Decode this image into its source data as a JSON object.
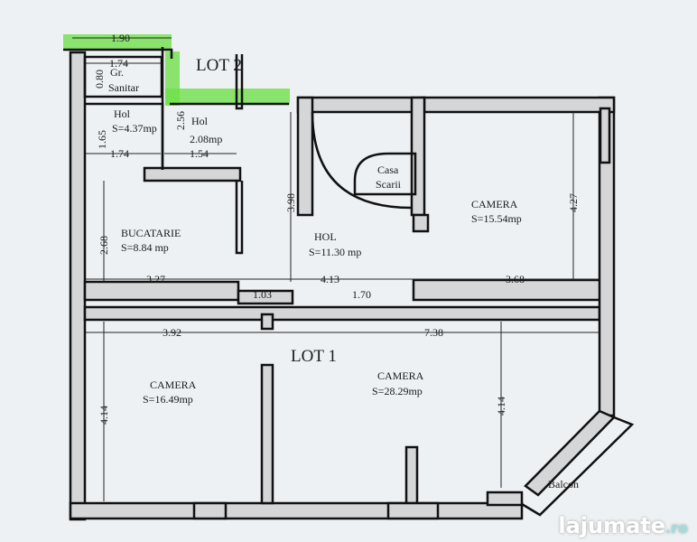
{
  "lots": {
    "lot1": "LOT 1",
    "lot2": "LOT 2"
  },
  "highlight_color": "#6fe04a",
  "rooms": [
    {
      "name": "Gr.",
      "area": "Sanitar"
    },
    {
      "name": "Hol",
      "area": "S=4.37mp"
    },
    {
      "name": "Hol",
      "area": "2.08mp"
    },
    {
      "name": "Casa",
      "area": "Scarii"
    },
    {
      "name": "CAMERA",
      "area": "S=15.54mp"
    },
    {
      "name": "BUCATARIE",
      "area": "S=8.84 mp"
    },
    {
      "name": "HOL",
      "area": "S=11.30 mp"
    },
    {
      "name": "CAMERA",
      "area": "S=16.49mp"
    },
    {
      "name": "CAMERA",
      "area": "S=28.29mp"
    },
    {
      "name": "Balcon",
      "area": ""
    }
  ],
  "dimensions": [
    "1.90",
    "1.74",
    "0.80",
    "1.65",
    "1.74",
    "2.56",
    "1.54",
    "3.98",
    "4.27",
    "2.68",
    "3.27",
    "1.03",
    "4.13",
    "1.70",
    "3.68",
    "3.92",
    "7.38",
    "4.14",
    "4.14"
  ],
  "watermark": {
    "brand": "lajumate",
    "tld": ".ro"
  }
}
